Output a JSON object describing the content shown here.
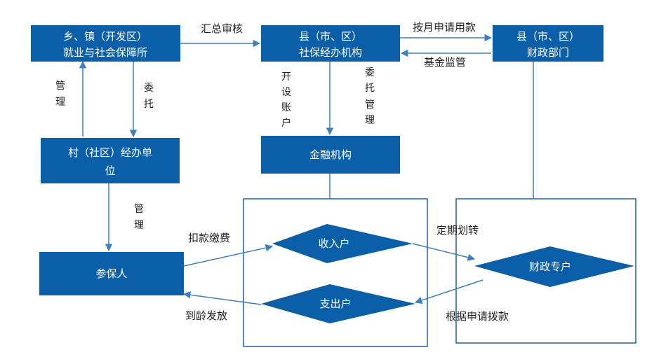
{
  "colors": {
    "box_fill": "#0b5fa8",
    "line": "#3d7fc0",
    "frame": "#1f5ea8",
    "text_dark": "#222222"
  },
  "nodes": {
    "township": {
      "line1": "乡、镇（开发区）",
      "line2": "就业与社会保障所"
    },
    "county_social": {
      "line1": "县（市、区）",
      "line2": "社保经办机构"
    },
    "county_finance": {
      "line1": "县（市、区）",
      "line2": "财政部门"
    },
    "village": {
      "line1": "村（社区）经办单",
      "line2": "位"
    },
    "financial_inst": {
      "label": "金融机构"
    },
    "insured": {
      "label": "参保人"
    },
    "income_account": {
      "label": "收入户"
    },
    "expense_account": {
      "label": "支出户"
    },
    "finance_account": {
      "label": "财政专户"
    }
  },
  "edges": {
    "summary_review": "汇总审核",
    "monthly_request": "按月申请用款",
    "fund_supervision": "基金监管",
    "manage_1": [
      "管",
      "理"
    ],
    "entrust_1": [
      "委",
      "托"
    ],
    "open_account": [
      "开",
      "设",
      "账",
      "户"
    ],
    "entrust_manage": [
      "委",
      "托",
      "管",
      "理"
    ],
    "manage_2": [
      "管",
      "理"
    ],
    "deduct_fee": "扣款缴费",
    "periodic_transfer": "定期划转",
    "age_payout": "到龄发放",
    "allocate_by_request": "根据申请拨款"
  }
}
